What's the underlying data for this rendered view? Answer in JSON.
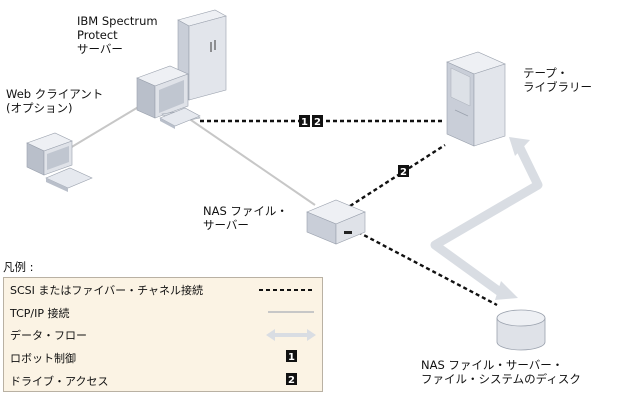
{
  "labels": {
    "server": [
      "IBM Spectrum",
      "Protect",
      "サーバー"
    ],
    "web_client": [
      "Web クライアント",
      "(オプション)"
    ],
    "tape_library": [
      "テープ・",
      "ライブラリー"
    ],
    "nas_server": [
      "NAS ファイル・",
      "サーバー"
    ],
    "nas_disk": [
      "NAS ファイル・サーバー・",
      "ファイル・システムのディスク"
    ]
  },
  "badges": {
    "robot": "1",
    "drive": "2"
  },
  "legend": {
    "title": "凡例 :",
    "items": [
      {
        "label": "SCSI またはファイバー・チャネル接続",
        "symbol": "dashed-line"
      },
      {
        "label": "TCP/IP 接続",
        "symbol": "solid-gray-line"
      },
      {
        "label": "データ・フロー",
        "symbol": "double-arrow"
      },
      {
        "label": "ロボット制御",
        "symbol": "1"
      },
      {
        "label": "ドライブ・アクセス",
        "symbol": "2"
      }
    ]
  },
  "colors": {
    "tcpip_line": "#c7c7c7",
    "dataflow_arrow": "#d9dde3",
    "device_light": "#e6e9ef",
    "device_mid": "#c9ced8",
    "device_dark": "#9aa1ad",
    "legend_bg": "#fbf3e4"
  }
}
